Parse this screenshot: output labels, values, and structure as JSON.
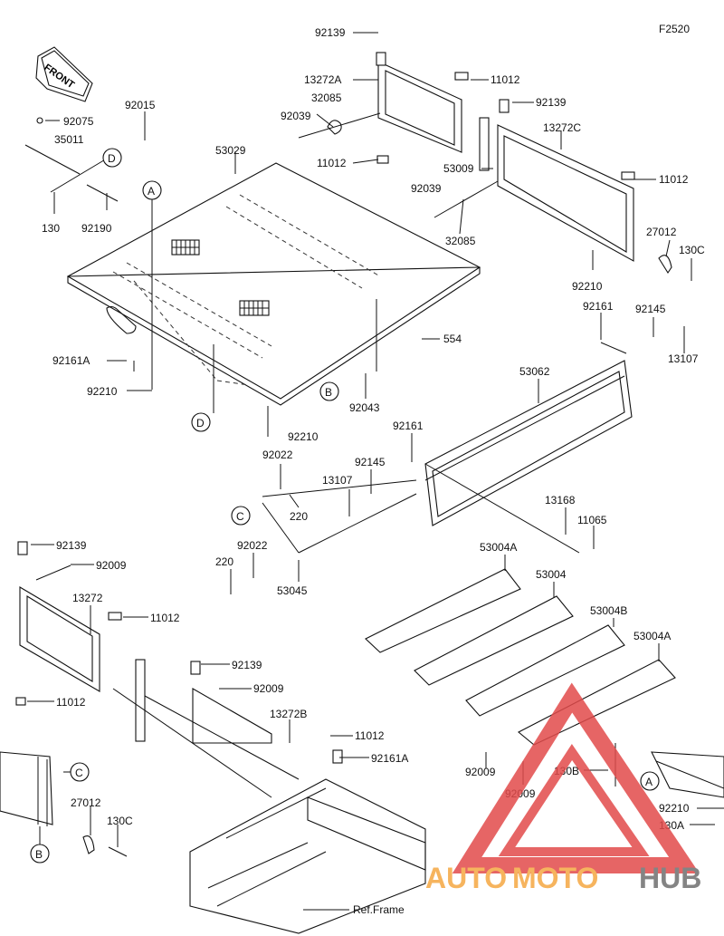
{
  "figure_code": "F2520",
  "front_label": "FRONT",
  "ref_frame": "Ref.Frame",
  "watermark": {
    "part1": "AUTO",
    "part2": "MOTO",
    "part3": "HUB",
    "color_orange": "#f5a742",
    "color_gray": "#6f6f6f",
    "color_red": "#e24b4b"
  },
  "callouts": {
    "A": "A",
    "B": "B",
    "C": "C",
    "D": "D"
  },
  "parts": {
    "p92139a": "92139",
    "p13272A": "13272A",
    "p11012a": "11012",
    "p32085a": "32085",
    "p92039a": "92039",
    "p11012b": "11012",
    "p53009": "53009",
    "p92139b": "92139",
    "p13272C": "13272C",
    "p11012c": "11012",
    "p92039b": "92039",
    "p32085b": "32085",
    "p27012a": "27012",
    "p130C_a": "130C",
    "p92210a": "92210",
    "p92015": "92015",
    "p92075": "92075",
    "p35011": "35011",
    "p130": "130",
    "p92190": "92190",
    "p53029": "53029",
    "p92161A": "92161A",
    "p92210b": "92210",
    "p554": "554",
    "p92043": "92043",
    "p92210c": "92210",
    "p92161a": "92161",
    "p92145a": "92145",
    "p13107a": "13107",
    "p53062": "53062",
    "p92161b": "92161",
    "p92022a": "92022",
    "p92145b": "92145",
    "p13107b": "13107",
    "p220a": "220",
    "p13168": "13168",
    "p11065": "11065",
    "p92022b": "92022",
    "p220b": "220",
    "p53045": "53045",
    "p53004A_a": "53004A",
    "p53004": "53004",
    "p53004B": "53004B",
    "p53004A_b": "53004A",
    "p92139c": "92139",
    "p92009a": "92009",
    "p13272": "13272",
    "p11012d": "11012",
    "p11012e": "11012",
    "p92139d": "92139",
    "p92009b": "92009",
    "p13272B": "13272B",
    "p11012f": "11012",
    "p92161A_b": "92161A",
    "p92009c": "92009",
    "p92009d": "92009",
    "p130B": "130B",
    "p27012b": "27012",
    "p130C_b": "130C",
    "p92210d": "92210",
    "p130A": "130A"
  }
}
